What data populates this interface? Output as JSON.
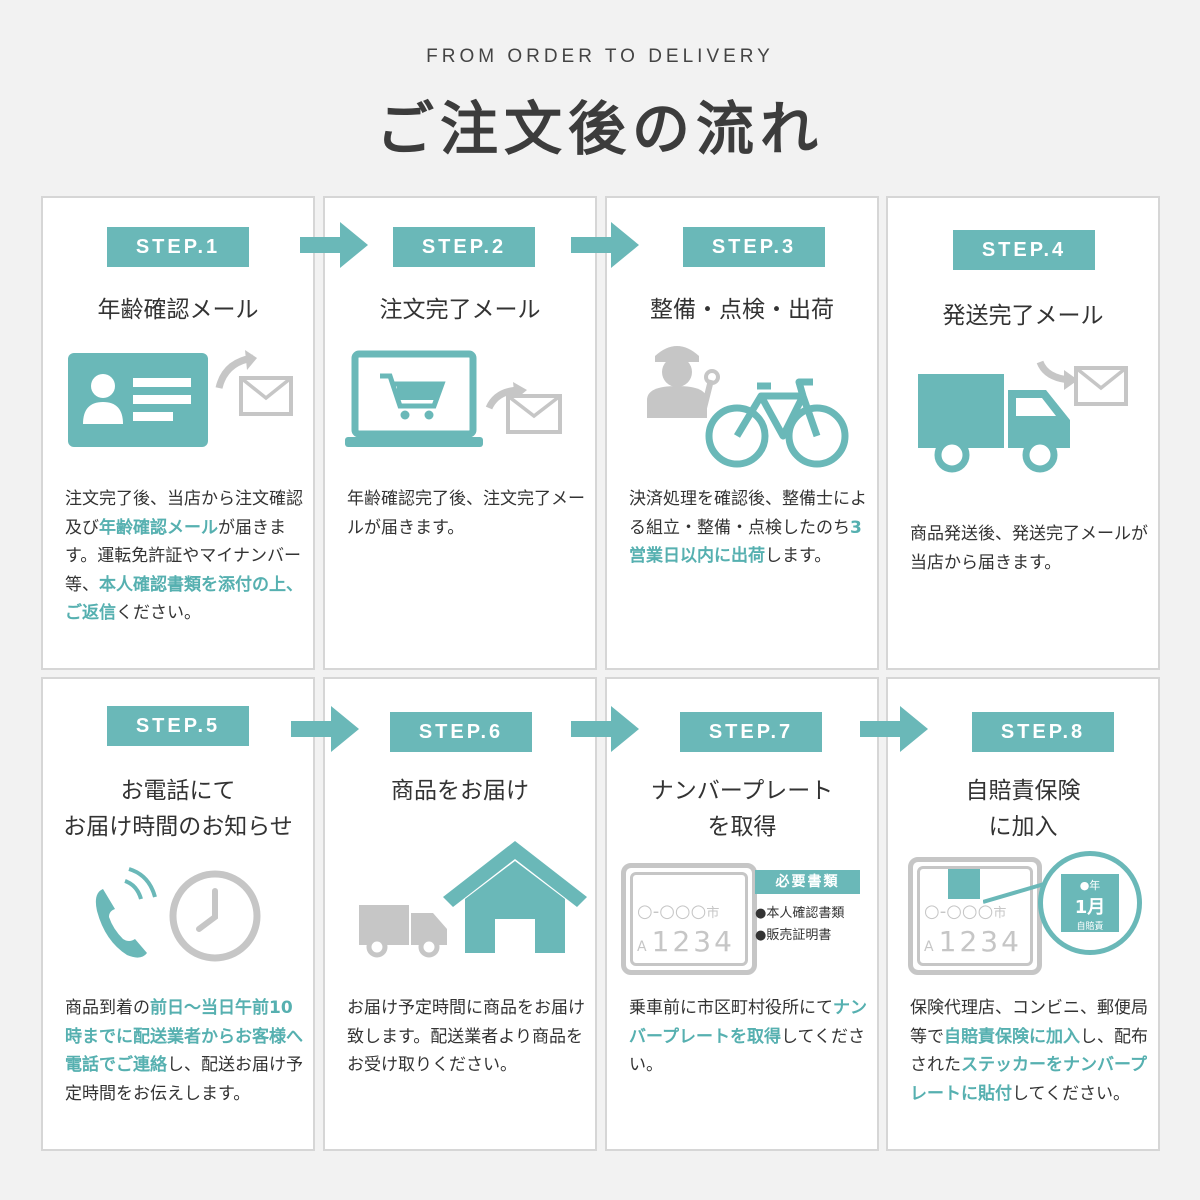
{
  "header": {
    "eyebrow": "FROM ORDER TO DELIVERY",
    "title": "ご注文後の流れ"
  },
  "colors": {
    "accent": "#6ab8b8",
    "accent_text": "#56b0b0",
    "icon_gray": "#c6c6c6",
    "text": "#333333"
  },
  "steps": [
    {
      "badge": "STEP.1",
      "title": "年齢確認メール",
      "icon": "id-card-mail-icon",
      "body": [
        {
          "t": "注文完了後、当店から注文確認及び"
        },
        {
          "t": "年齢確認メール",
          "hl": true
        },
        {
          "t": "が届きます。運転免許証やマイナンバー等、"
        },
        {
          "t": "本人確認書類を添付の上、ご返信",
          "hl": true
        },
        {
          "t": "ください。"
        }
      ]
    },
    {
      "badge": "STEP.2",
      "title": "注文完了メール",
      "icon": "laptop-cart-mail-icon",
      "body": [
        {
          "t": "年齢確認完了後、注文完了メールが届きます。"
        }
      ]
    },
    {
      "badge": "STEP.3",
      "title": "整備・点検・出荷",
      "icon": "mechanic-bicycle-icon",
      "body": [
        {
          "t": "決済処理を確認後、整備士による組立・整備・点検したのち"
        },
        {
          "t": "3営業日以内に出荷",
          "hl": true
        },
        {
          "t": "します。"
        }
      ]
    },
    {
      "badge": "STEP.4",
      "title": "発送完了メール",
      "icon": "truck-mail-icon",
      "body": [
        {
          "t": "商品発送後、発送完了メールが当店から届きます。"
        }
      ]
    },
    {
      "badge": "STEP.5",
      "title": "お電話にて\nお届け時間のお知らせ",
      "icon": "phone-clock-icon",
      "body": [
        {
          "t": "商品到着の"
        },
        {
          "t": "前日〜当日午前10時までに配送業者からお客様へ電話でご連絡",
          "hl": true
        },
        {
          "t": "し、配送お届け予定時間をお伝えします。"
        }
      ]
    },
    {
      "badge": "STEP.6",
      "title": "商品をお届け",
      "icon": "truck-house-icon",
      "body": [
        {
          "t": "お届け予定時間に商品をお届け致します。配送業者より商品をお受け取りください。"
        }
      ]
    },
    {
      "badge": "STEP.7",
      "title": "ナンバープレート\nを取得",
      "icon": "number-plate-icon",
      "plate": {
        "top": "○-○○○",
        "city": "市",
        "kana": "A",
        "num": "1234"
      },
      "docs": {
        "header": "必要書類",
        "items": [
          "●本人確認書類",
          "●販売証明書"
        ]
      },
      "body": [
        {
          "t": "乗車前に市区町村役所にて"
        },
        {
          "t": "ナンバープレートを取得",
          "hl": true
        },
        {
          "t": "してください。"
        }
      ]
    },
    {
      "badge": "STEP.8",
      "title": "自賠責保険\nに加入",
      "icon": "plate-sticker-icon",
      "plate": {
        "top": "○-○○○",
        "city": "市",
        "kana": "A",
        "num": "1234"
      },
      "sticker": {
        "year": "●年",
        "month": "1月",
        "label": "自賠責"
      },
      "body": [
        {
          "t": "保険代理店、コンビニ、郵便局等で"
        },
        {
          "t": "自賠責保険に加入",
          "hl": true
        },
        {
          "t": "し、配布された"
        },
        {
          "t": "ステッカーをナンバープレートに貼付",
          "hl": true
        },
        {
          "t": "してください。"
        }
      ]
    }
  ]
}
